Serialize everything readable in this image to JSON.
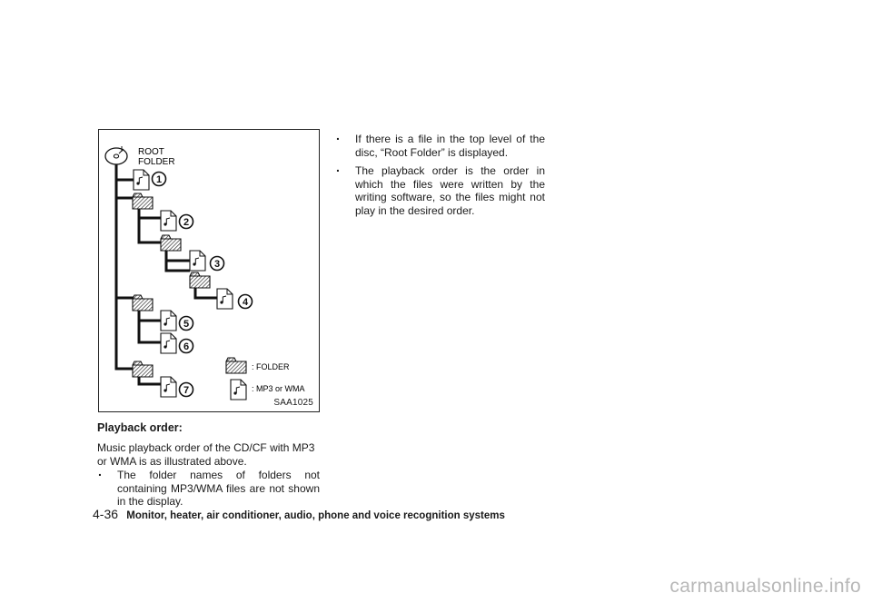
{
  "figure": {
    "root_label_line1": "ROOT",
    "root_label_line2": "FOLDER",
    "file_numbers": [
      "1",
      "2",
      "3",
      "4",
      "5",
      "6",
      "7"
    ],
    "legend_folder": ": FOLDER",
    "legend_file": ": MP3 or WMA",
    "code": "SAA1025"
  },
  "section": {
    "heading": "Playback order:",
    "intro": "Music playback order of the CD/CF with MP3 or WMA is as illustrated above."
  },
  "left_bullets": [
    "The folder names of folders not containing MP3/WMA files are not shown in the display."
  ],
  "right_bullets": [
    "If there is a file in the top level of the disc, “Root Folder” is displayed.",
    "The playback order is the order in which the files were written by the writing software, so the files might not play in the desired order."
  ],
  "footer": {
    "page_number": "4-36",
    "chapter": "Monitor, heater, air conditioner, audio, phone and voice recognition systems"
  },
  "watermark": "carmanualsonline.info"
}
